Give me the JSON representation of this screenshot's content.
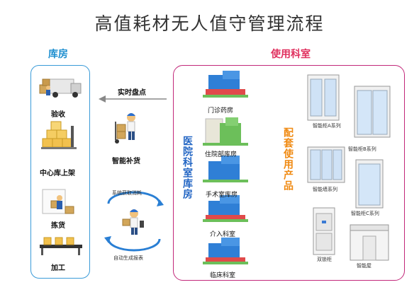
{
  "title": "高值耗材无人值守管理流程",
  "warehouse": {
    "header": "库房",
    "steps": [
      "验收",
      "中心库上架",
      "拣货",
      "加工"
    ]
  },
  "department": {
    "header": "使用科室",
    "dept_warehouse_label": "医院科室库房",
    "rooms": [
      "门诊药房",
      "住院部库房",
      "手术室库房",
      "介入科室",
      "临床科室"
    ],
    "products_label": "配套使用产品",
    "products": [
      "智能柜A系列",
      "智能柜B系列",
      "智能墙系列",
      "智能柜C系列",
      "双锁柜",
      "智能屋"
    ]
  },
  "flow": {
    "inventory": "实时盘点",
    "restock": "智能补货",
    "consume": "系统获取消耗",
    "report": "自动生成报表"
  },
  "colors": {
    "blue_accent": "#1e8fd0",
    "red_accent": "#e0305e",
    "orange_accent": "#f08a12",
    "building_blue": "#2f7fd6"
  }
}
